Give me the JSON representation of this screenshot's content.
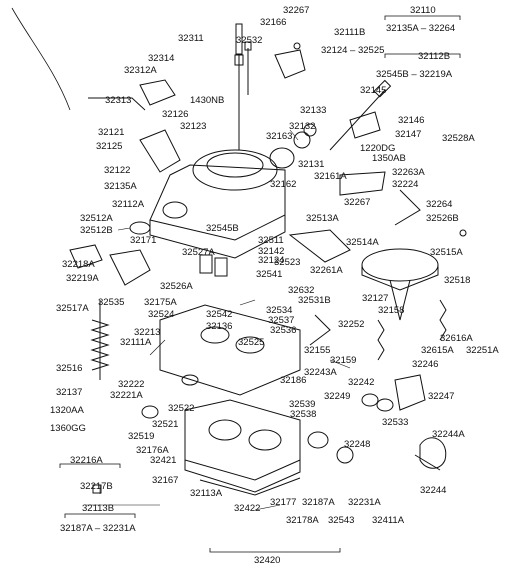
{
  "diagram": {
    "parts": {
      "p32267": "32267",
      "p32166": "32166",
      "p32110": "32110",
      "p32111B": "32111B",
      "p32135A_32264": "32135A – 32264",
      "p32311": "32311",
      "p32532": "32532",
      "p32124_32525": "32124 – 32525",
      "p32314": "32314",
      "p32112B": "32112B",
      "p32312A": "32312A",
      "p32545B_32219A": "32545B – 32219A",
      "p32313": "32313",
      "p1430NB": "1430NB",
      "p32145": "32145",
      "p32126": "32126",
      "p32133": "32133",
      "p32123": "32123",
      "p32121": "32121",
      "p32132": "32132",
      "p32146": "32146",
      "p32163": "32163",
      "p32147": "32147",
      "p32528A": "32528A",
      "p32125": "32125",
      "p1220DG": "1220DG",
      "p1350AB": "1350AB",
      "p32131": "32131",
      "p32263A": "32263A",
      "p32122": "32122",
      "p32161A": "32161A",
      "p32224": "32224",
      "p32135A": "32135A",
      "p32162": "32162",
      "p32112A": "32112A",
      "p32267b": "32267",
      "p32264": "32264",
      "p32512A": "32512A",
      "p32513A": "32513A",
      "p32526B": "32526B",
      "p32512B": "32512B",
      "p32545B": "32545B",
      "p32171": "32171",
      "p32511": "32511",
      "p32514A": "32514A",
      "p32142": "32142",
      "p32515A": "32515A",
      "p32218A": "32218A",
      "p32527A": "32527A",
      "p32124": "32124",
      "p32523": "32523",
      "p32219A": "32219A",
      "p32541": "32541",
      "p32261A": "32261A",
      "p32518": "32518",
      "p32526A": "32526A",
      "p32632": "32632",
      "p32517A": "32517A",
      "p32535": "32535",
      "p32175A": "32175A",
      "p32531B": "32531B",
      "p32127": "32127",
      "p32524": "32524",
      "p32542": "32542",
      "p32534": "32534",
      "p32537": "32537",
      "p32158": "32158",
      "p32136": "32136",
      "p32536": "32536",
      "p32252": "32252",
      "p32213": "32213",
      "p32616A": "32616A",
      "p32111A": "32111A",
      "p32525": "32525",
      "p32615A": "32615A",
      "p32251A": "32251A",
      "p32155": "32155",
      "p32516": "32516",
      "p32159": "32159",
      "p32243A": "32243A",
      "p32186": "32186",
      "p32246": "32246",
      "p32222": "32222",
      "p32137": "32137",
      "p32242": "32242",
      "p32221A": "32221A",
      "p32247": "32247",
      "p32249": "32249",
      "p1320AA": "1320AA",
      "p32522": "32522",
      "p32539": "32539",
      "p32538": "32538",
      "p32533": "32533",
      "p1360GG": "1360GG",
      "p32521": "32521",
      "p32244A": "32244A",
      "p32519": "32519",
      "p32248": "32248",
      "p32176A": "32176A",
      "p32421": "32421",
      "p32216A": "32216A",
      "p32167": "32167",
      "p32244": "32244",
      "p32217B": "32217B",
      "p32113A": "32113A",
      "p32177": "32177",
      "p32187A": "32187A",
      "p32231A": "32231A",
      "p32422": "32422",
      "p32113B": "32113B",
      "p32178A": "32178A",
      "p32543": "32543",
      "p32411A": "32411A",
      "p32187A_32231A": "32187A – 32231A",
      "p32420": "32420"
    }
  }
}
